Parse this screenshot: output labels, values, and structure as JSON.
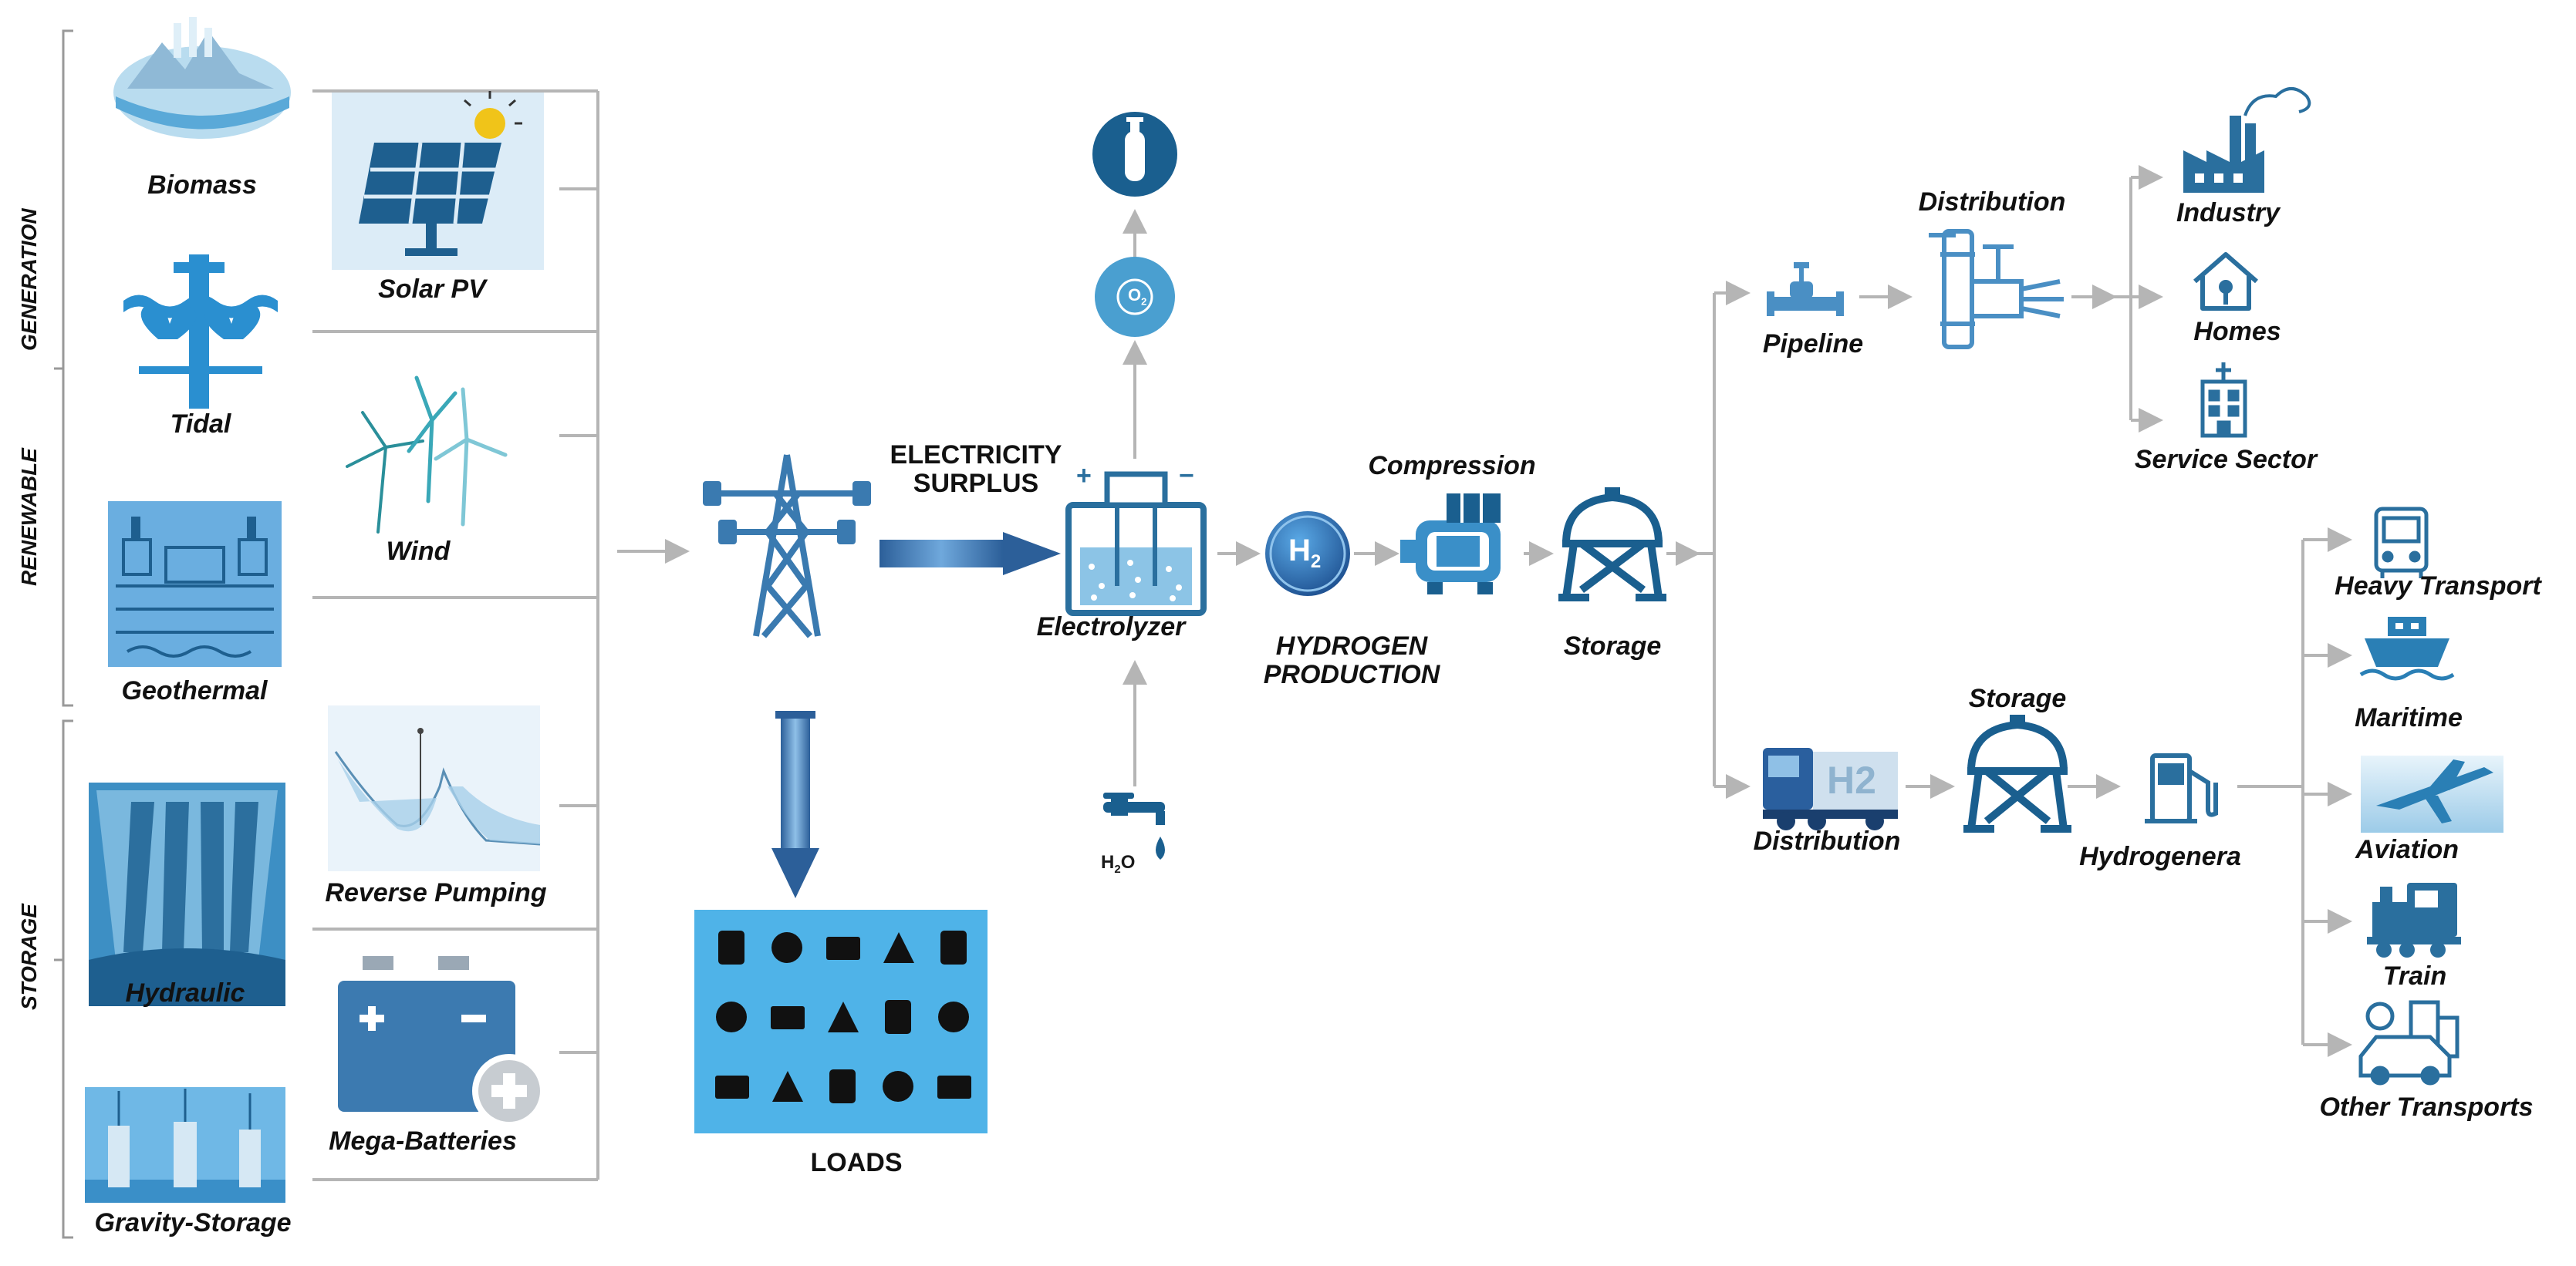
{
  "colors": {
    "icon_dark": "#1a5f8f",
    "icon_mid": "#2a7fb5",
    "icon_light": "#5aa9d8",
    "panel_light": "#cfe6f5",
    "loads_panel": "#4fb3e8",
    "arrow_gray": "#b5b5b5",
    "bracket_gray": "#999999",
    "surplus_arrow": "#3a78b8"
  },
  "groups": {
    "renewable": "RENEWABLE",
    "generation": "GENERATION",
    "storage": "STORAGE"
  },
  "sources": {
    "biomass": "Biomass",
    "solar": "Solar PV",
    "tidal": "Tidal",
    "wind": "Wind",
    "geothermal": "Geothermal",
    "reverse_pumping": "Reverse Pumping",
    "hydraulic": "Hydraulic",
    "mega_batteries": "Mega-Batteries",
    "gravity_storage": "Gravity-Storage"
  },
  "center": {
    "surplus_line1": "ELECTRICITY",
    "surplus_line2": "SURPLUS",
    "loads": "LOADS",
    "electrolyzer": "Electrolyzer",
    "oxygen": "O",
    "oxygen_sub": "2",
    "water": "H",
    "water_sub": "2",
    "water_end": "O",
    "compression": "Compression",
    "h2": "H",
    "h2_sub": "2",
    "production_line1": "HYDROGEN",
    "production_line2": "PRODUCTION",
    "storage": "Storage"
  },
  "pipeline_branch": {
    "pipeline": "Pipeline",
    "distribution": "Distribution",
    "industry": "Industry",
    "homes": "Homes",
    "service": "Service Sector"
  },
  "transport_branch": {
    "truck_h2": "H2",
    "distribution": "Distribution",
    "storage": "Storage",
    "hydrogenera": "Hydrogenera",
    "heavy": "Heavy Transport",
    "maritime": "Maritime",
    "aviation": "Aviation",
    "train": "Train",
    "other": "Other Transports"
  }
}
